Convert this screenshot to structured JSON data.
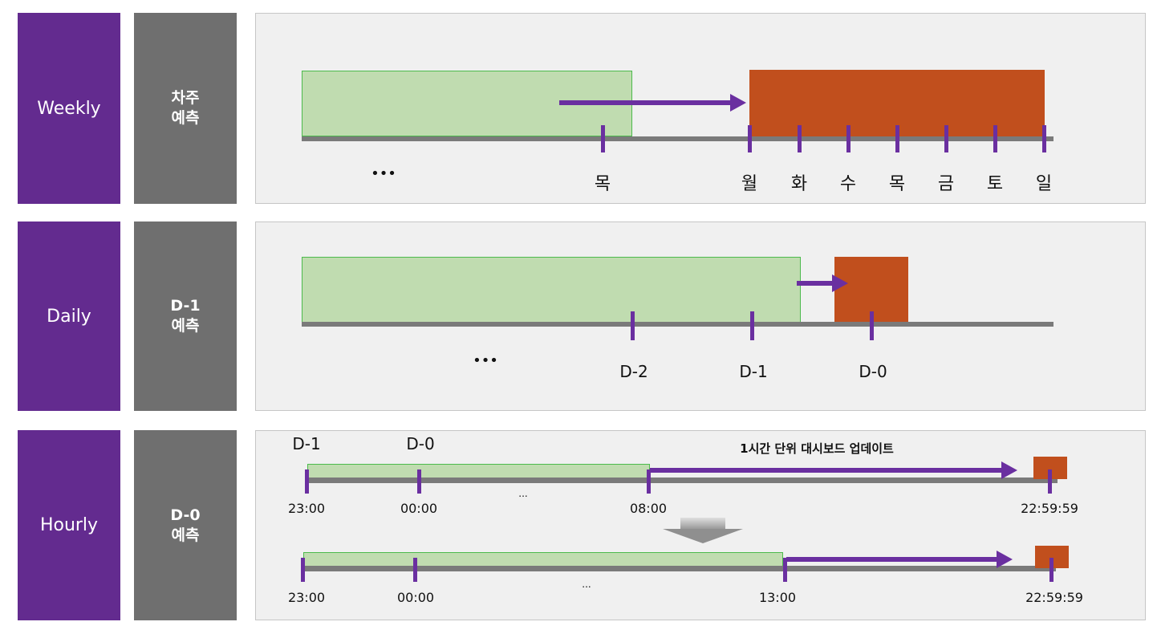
{
  "rows": [
    {
      "name": "Weekly",
      "type": "차주\n예측"
    },
    {
      "name": "Daily",
      "type": "D-1\n예측"
    },
    {
      "name": "Hourly",
      "type": "D-0\n예측"
    }
  ],
  "weekly": {
    "ellipsis": "•••",
    "last_day": "목",
    "days": [
      "월",
      "화",
      "수",
      "목",
      "금",
      "토",
      "일"
    ]
  },
  "daily": {
    "ellipsis": "•••",
    "ticks": [
      "D-2",
      "D-1",
      "D-0"
    ]
  },
  "hourly": {
    "day_labels": [
      "D-1",
      "D-0"
    ],
    "update_caption": "1시간 단위 대시보드 업데이트",
    "before": {
      "times": [
        "23:00",
        "00:00",
        "08:00",
        "22:59:59"
      ],
      "ellipsis": "..."
    },
    "after": {
      "times": [
        "23:00",
        "00:00",
        "13:00",
        "22:59:59"
      ],
      "ellipsis": "..."
    }
  },
  "colors": {
    "purple": "#632b8f",
    "gray": "#6f6f6f",
    "green": "#c0dcb0",
    "orange": "#c14f1d"
  }
}
